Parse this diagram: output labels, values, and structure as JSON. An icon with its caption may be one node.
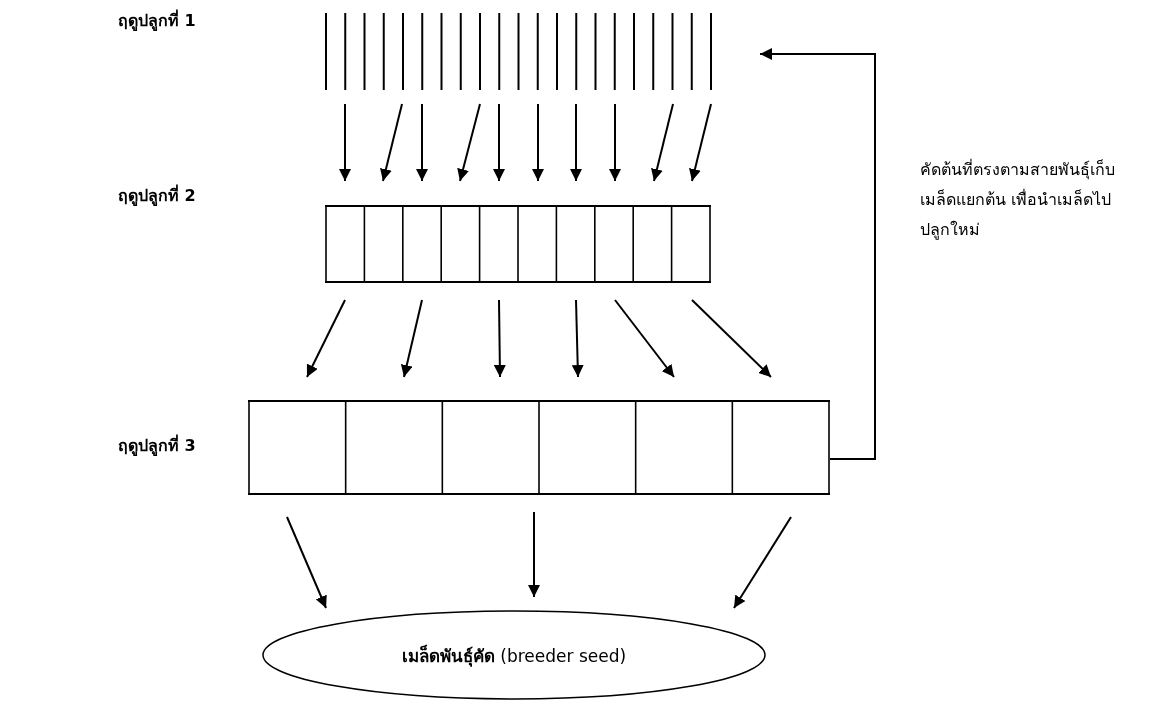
{
  "diagram": {
    "nodes": [
      {
        "text": [],
        "shape": "bar"
      },
      {
        "text": [],
        "shape": "box"
      },
      {
        "text": [],
        "shape": "box"
      },
      {
        "text": [
          "**เมล็ดพันธุ์คัด** (breeder seed)"
        ]
      }
    ],
    "edges": [
      {
        "from": 0,
        "to": 1,
        "arrow": "to"
      },
      {
        "from": 0,
        "to": 1,
        "arrow": "to"
      },
      {
        "from": 0,
        "to": 1,
        "arrow": "to"
      },
      {
        "from": 0,
        "to": 1,
        "arrow": "to"
      },
      {
        "from": 0,
        "to": 1,
        "arrow": "to"
      },
      {
        "from": 0,
        "to": 1,
        "arrow": "to"
      },
      {
        "from": 0,
        "to": 1,
        "arrow": "to"
      },
      {
        "from": 0,
        "to": 1,
        "arrow": "to"
      },
      {
        "from": 0,
        "to": 1,
        "arrow": "to"
      },
      {
        "from": 0,
        "to": 1,
        "arrow": "to"
      },
      {
        "from": 1,
        "to": 2,
        "arrow": "to"
      },
      {
        "from": 1,
        "to": 2,
        "arrow": "to"
      },
      {
        "from": 1,
        "to": 2,
        "arrow": "to"
      },
      {
        "from": 1,
        "to": 2,
        "arrow": "to"
      },
      {
        "from": 1,
        "to": 2,
        "arrow": "to"
      },
      {
        "from": 1,
        "to": 2,
        "arrow": "to"
      },
      {
        "from": 2,
        "to": 3,
        "arrow": "to"
      },
      {
        "from": 2,
        "to": 3,
        "arrow": "to"
      },
      {
        "from": 2,
        "to": 3,
        "arrow": "to"
      },
      {
        "from": 2,
        "to": 0,
        "arrow": "to",
        "label": "คัดต้นที่ตรงตามสายพันธุ์เก็บเมล็ดแยกต้น เพื่อนำเมล็ดไปปลูกใหม่"
      }
    ],
    "labels": [
      "ฤดูปลูกที่ 1",
      "ฤดูปลูกที่ 2",
      "ฤดูปลูกที่ 3"
    ]
  }
}
